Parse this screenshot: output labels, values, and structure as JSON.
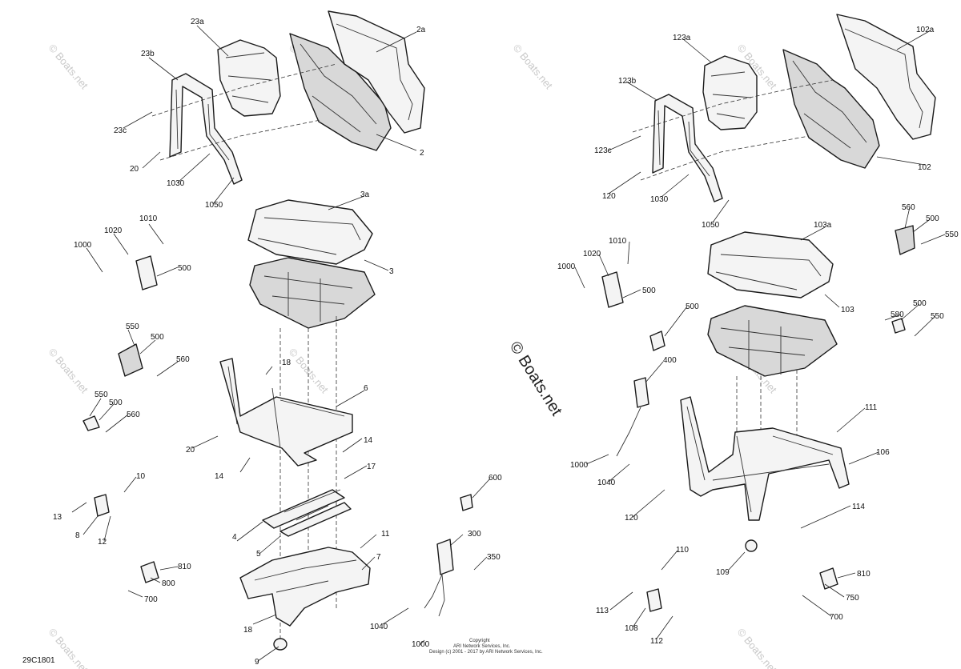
{
  "diagram_code": "29C1801",
  "watermark_large": "© Boats.net",
  "watermark_small": "© Boats.net",
  "copyright_lines": [
    "Copyright",
    "ARI Network Services, Inc.",
    "Design (c) 2001 - 2017 by ARI Network Services, Inc."
  ],
  "callouts": {
    "c_2a": "2a",
    "c_23a": "23a",
    "c_23b": "23b",
    "c_23c": "23c",
    "c_20a": "20",
    "c_1030a": "1030",
    "c_1050a": "1050",
    "c_2": "2",
    "c_3a": "3a",
    "c_3": "3",
    "c_1010a": "1010",
    "c_1020a": "1020",
    "c_1000a": "1000",
    "c_500a": "500",
    "c_550a": "550",
    "c_500b": "500",
    "c_560a": "560",
    "c_550b": "550",
    "c_500c": "500",
    "c_560b": "560",
    "c_18a": "18",
    "c_6": "6",
    "c_20b": "20",
    "c_14a": "14",
    "c_14b": "14",
    "c_17": "17",
    "c_10": "10",
    "c_13": "13",
    "c_8": "8",
    "c_12": "12",
    "c_4": "4",
    "c_5": "5",
    "c_11": "11",
    "c_7": "7",
    "c_810a": "810",
    "c_800": "800",
    "c_700a": "700",
    "c_18b": "18",
    "c_9": "9",
    "c_600": "600",
    "c_300": "300",
    "c_350": "350",
    "c_1040a": "1040",
    "c_1000b": "1000",
    "c_123a": "123a",
    "c_102a": "102a",
    "c_123b": "123b",
    "c_123c": "123c",
    "c_120a": "120",
    "c_1030b": "1030",
    "c_1050b": "1050",
    "c_102": "102",
    "c_103a": "103a",
    "c_103": "103",
    "c_1010b": "1010",
    "c_1020b": "1020",
    "c_1000c": "1000",
    "c_500d": "500",
    "c_560c": "560",
    "c_500e": "500",
    "c_550c": "550",
    "c_500f": "500",
    "c_580": "580",
    "c_500g": "500",
    "c_550d": "550",
    "c_400": "400",
    "c_1000d": "1000",
    "c_1040b": "1040",
    "c_111": "111",
    "c_106": "106",
    "c_120b": "120",
    "c_114": "114",
    "c_110": "110",
    "c_109": "109",
    "c_810b": "810",
    "c_750": "750",
    "c_700b": "700",
    "c_113": "113",
    "c_108": "108",
    "c_112": "112"
  }
}
